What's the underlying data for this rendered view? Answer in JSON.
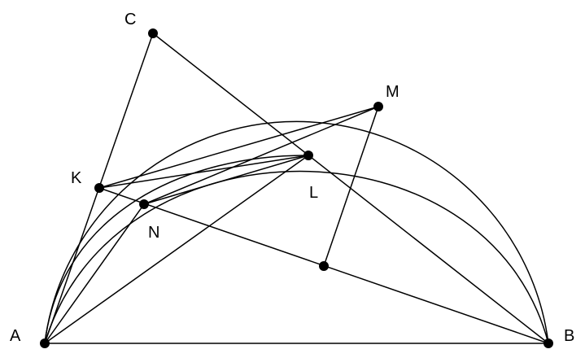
{
  "labels": {
    "A": "A",
    "B": "B",
    "C": "C",
    "K": "K",
    "L": "L",
    "M": "M",
    "N": "N"
  },
  "colors": {
    "ink": "#000000",
    "background": "#ffffff"
  }
}
